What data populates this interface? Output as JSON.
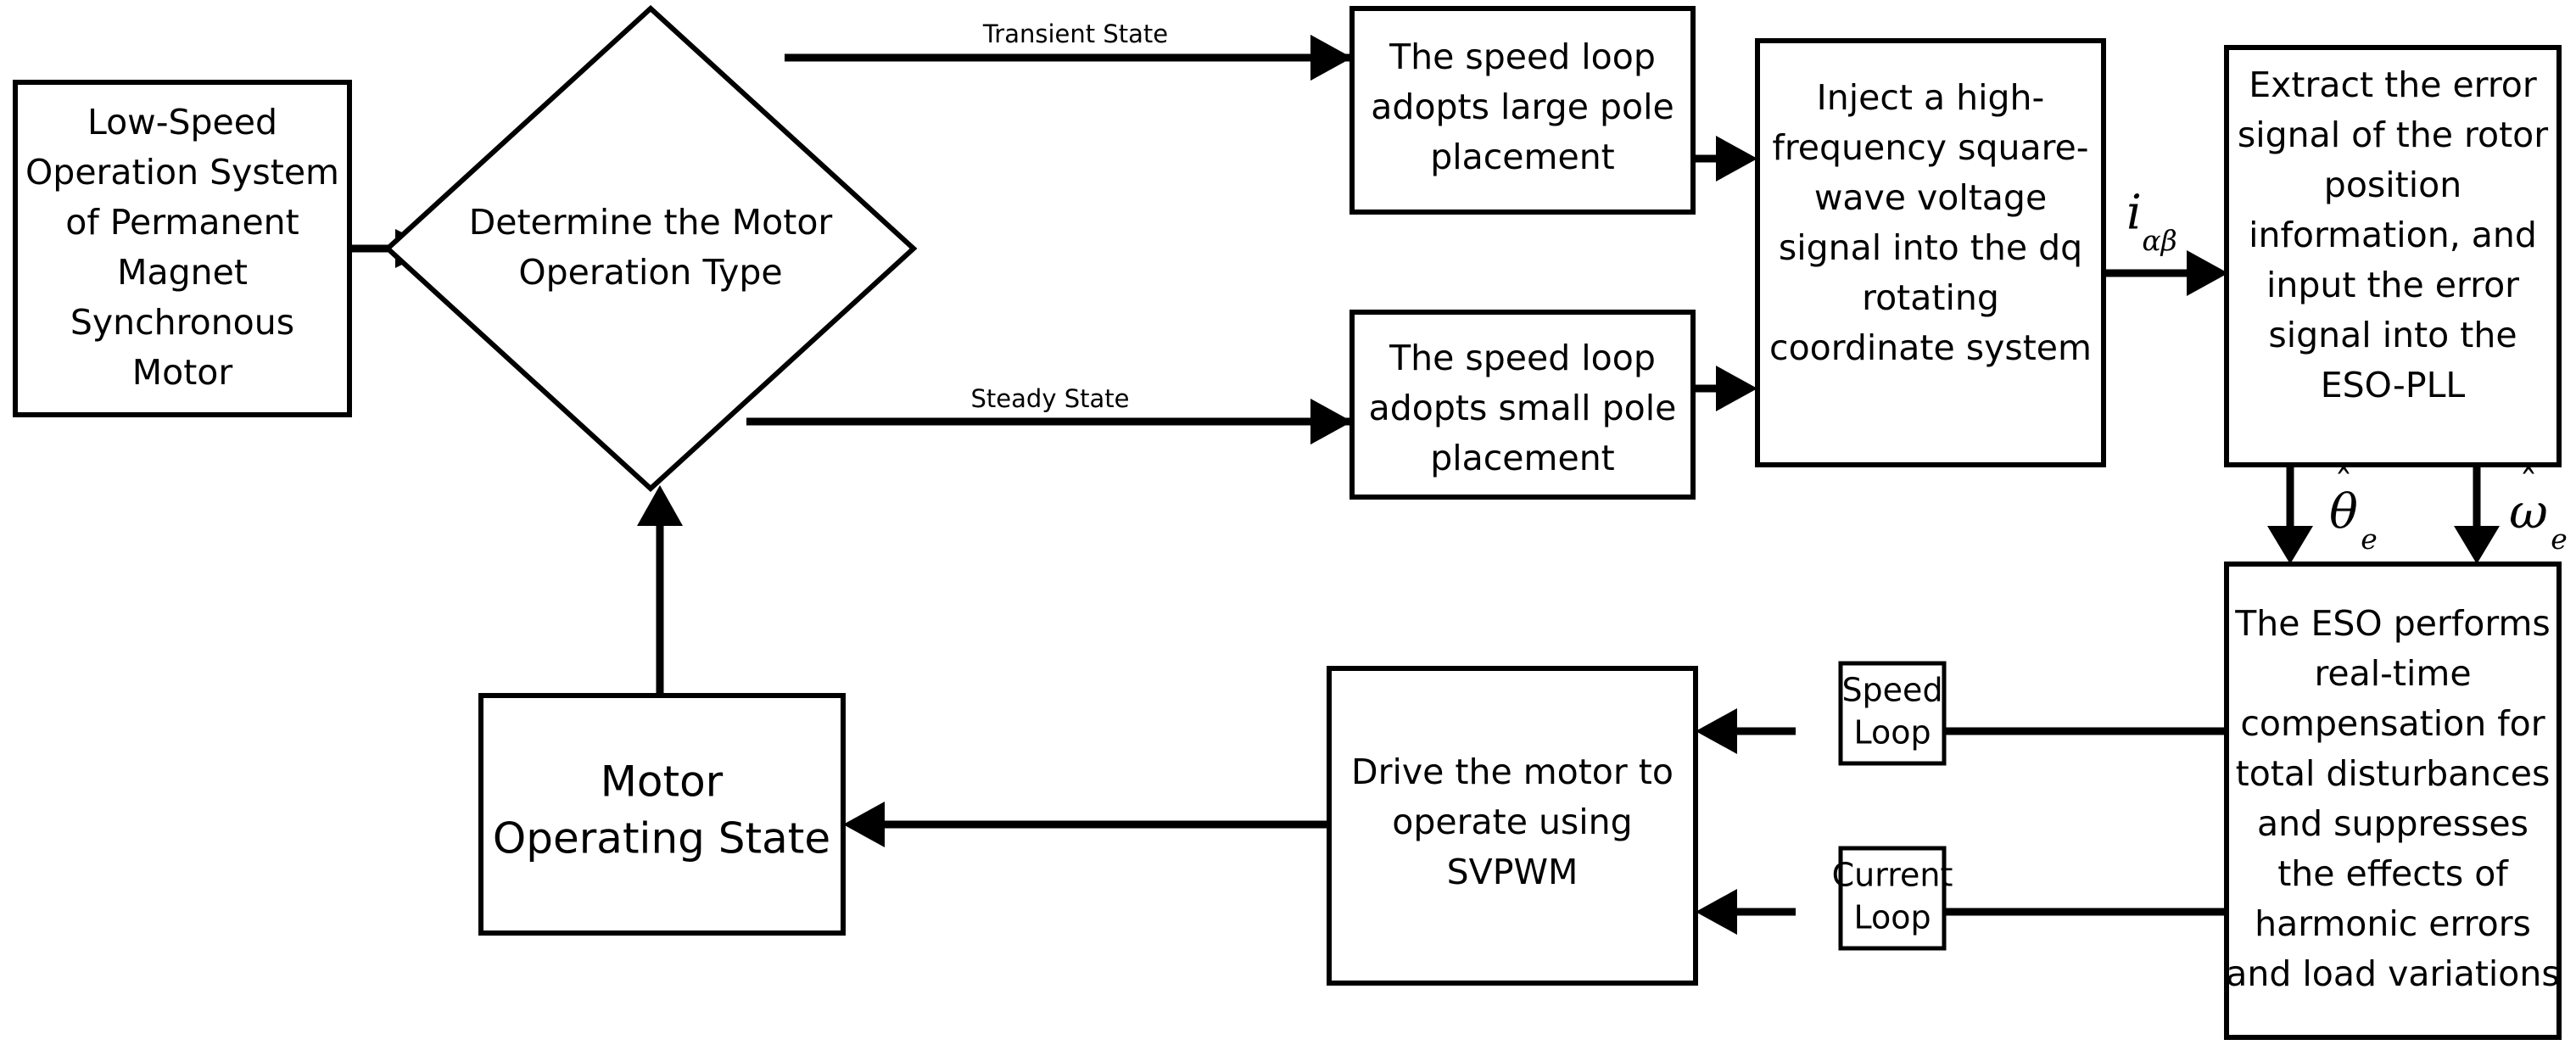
{
  "diagram": {
    "title": "PMSM Low-Speed Sensorless Control Flowchart",
    "type": "flowchart",
    "background_color": "#ffffff",
    "line_color": "#000000",
    "nodes": {
      "start": {
        "shape": "rectangle",
        "lines": [
          "Low-Speed",
          "Operation System",
          "of Permanent",
          "Magnet",
          "Synchronous",
          "Motor"
        ]
      },
      "decision": {
        "shape": "diamond",
        "lines": [
          "Determine the Motor",
          "Operation Type"
        ]
      },
      "large_pole": {
        "shape": "rectangle",
        "lines": [
          "The speed loop",
          "adopts large pole",
          "placement"
        ]
      },
      "small_pole": {
        "shape": "rectangle",
        "lines": [
          "The speed loop",
          "adopts small pole",
          "placement"
        ]
      },
      "inject": {
        "shape": "rectangle",
        "lines": [
          "Inject a high-",
          "frequency square-",
          "wave voltage",
          "signal into the dq",
          "rotating",
          "coordinate system"
        ]
      },
      "extract": {
        "shape": "rectangle",
        "lines": [
          "Extract the error",
          "signal of the rotor",
          "position",
          "information, and",
          "input the error",
          "signal into the",
          "ESO-PLL"
        ]
      },
      "eso": {
        "shape": "rectangle",
        "lines": [
          "The ESO performs",
          "real-time",
          "compensation for",
          "total disturbances",
          "and suppresses",
          "the effects of",
          "harmonic errors",
          "and load variations"
        ]
      },
      "speed_loop": {
        "shape": "rectangle",
        "lines": [
          "Speed",
          "Loop"
        ]
      },
      "current_loop": {
        "shape": "rectangle",
        "lines": [
          "Current",
          "Loop"
        ]
      },
      "svpwm": {
        "shape": "rectangle",
        "lines": [
          "Drive the motor to",
          "operate using",
          "SVPWM"
        ]
      },
      "motor_state": {
        "shape": "rectangle",
        "lines": [
          "Motor",
          "Operating State"
        ]
      }
    },
    "edge_labels": {
      "transient": "Transient State",
      "steady": "Steady State"
    },
    "math_labels": {
      "i_alphabeta": {
        "base": "i",
        "subscript": "αβ",
        "hat": ""
      },
      "theta_hat_e": {
        "base": "θ",
        "subscript": "e",
        "hat": "ˆ"
      },
      "omega_hat_e": {
        "base": "ω",
        "subscript": "e",
        "hat": "ˆ"
      }
    },
    "edges": [
      {
        "from": "start",
        "to": "decision",
        "label": ""
      },
      {
        "from": "decision",
        "to": "large_pole",
        "label": "Transient State"
      },
      {
        "from": "decision",
        "to": "small_pole",
        "label": "Steady State"
      },
      {
        "from": "large_pole",
        "to": "inject",
        "label": ""
      },
      {
        "from": "small_pole",
        "to": "inject",
        "label": ""
      },
      {
        "from": "inject",
        "to": "extract",
        "label": "iαβ"
      },
      {
        "from": "extract",
        "to": "eso",
        "label": "θ̂e"
      },
      {
        "from": "extract",
        "to": "eso",
        "label": "ω̂e"
      },
      {
        "from": "eso",
        "to": "speed_loop",
        "label": ""
      },
      {
        "from": "eso",
        "to": "current_loop",
        "label": ""
      },
      {
        "from": "speed_loop",
        "to": "svpwm",
        "label": ""
      },
      {
        "from": "current_loop",
        "to": "svpwm",
        "label": ""
      },
      {
        "from": "svpwm",
        "to": "motor_state",
        "label": ""
      },
      {
        "from": "motor_state",
        "to": "decision",
        "label": ""
      }
    ]
  }
}
